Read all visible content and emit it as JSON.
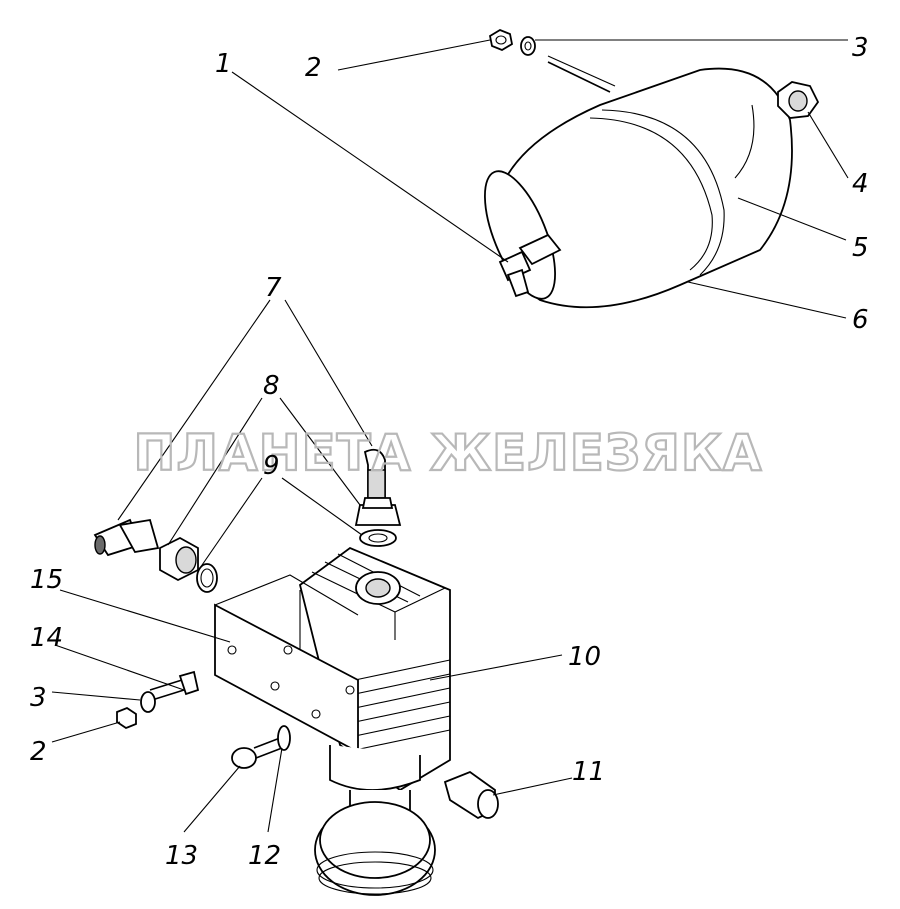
{
  "watermark": "ПЛАНЕТА ЖЕЛЕЗЯКА",
  "callouts": {
    "c1": "1",
    "c2a": "2",
    "c3a": "3",
    "c4": "4",
    "c5": "5",
    "c6": "6",
    "c7": "7",
    "c8": "8",
    "c9": "9",
    "c10": "10",
    "c11": "11",
    "c12": "12",
    "c13": "13",
    "c14": "14",
    "c15": "15",
    "c3b": "3",
    "c2b": "2"
  },
  "colors": {
    "line": "#000000",
    "watermark": "#b8b8b8",
    "background": "#ffffff"
  }
}
